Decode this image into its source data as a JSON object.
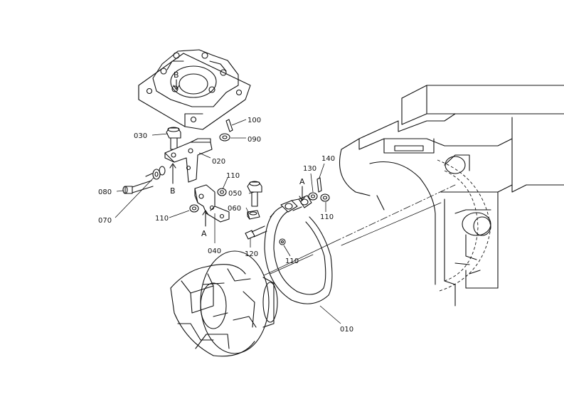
{
  "callouts": {
    "c010": "010",
    "c020": "020",
    "c030": "030",
    "c040": "040",
    "c050": "050",
    "c060": "060",
    "c070": "070",
    "c080": "080",
    "c090": "090",
    "c100": "100",
    "c110a": "110",
    "c110b": "110",
    "c110c": "110",
    "c110d": "110",
    "c120": "120",
    "c130": "130",
    "c140": "140"
  },
  "view_markers": {
    "b_top": "B",
    "b_bottom": "B",
    "a_left": "A",
    "a_right": "A"
  }
}
